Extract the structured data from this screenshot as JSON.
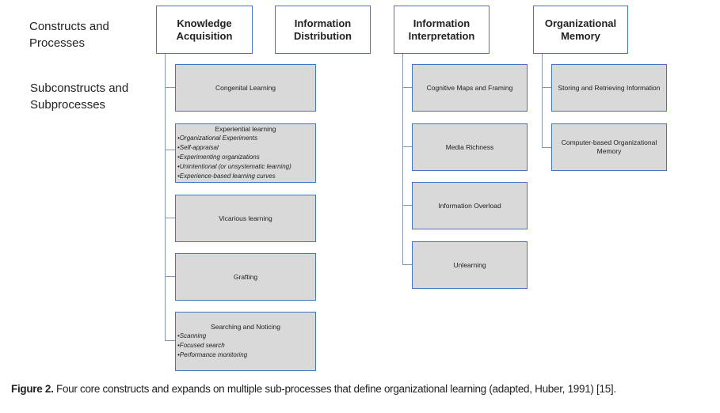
{
  "labels": {
    "constructs": "Constructs and Processes",
    "subconstructs": "Subconstructs and Subprocesses"
  },
  "constructs": [
    {
      "title": "Knowledge Acquisition",
      "children": [
        {
          "title": "Congenital Learning",
          "items": []
        },
        {
          "title": "Experiential learning",
          "items": [
            "•Organizational Experiments",
            "•Self-appraisal",
            "•Experimenting organizations",
            "•Unintentional (or unsystematic learning)",
            "•Experience-based learning curves"
          ]
        },
        {
          "title": "Vicarious learning",
          "items": []
        },
        {
          "title": "Grafting",
          "items": []
        },
        {
          "title": "Searching and Noticing",
          "items": [
            "•Scanning",
            "•Focused search",
            "•Performance monitoring"
          ]
        }
      ]
    },
    {
      "title": "Information Distribution",
      "children": []
    },
    {
      "title": "Information Interpretation",
      "children": [
        {
          "title": "Cognitive Maps and Framing"
        },
        {
          "title": "Media Richness"
        },
        {
          "title": "Information Overload"
        },
        {
          "title": "Unlearning"
        }
      ]
    },
    {
      "title": "Organizational Memory",
      "children": [
        {
          "title": "Storing and Retrieving Information"
        },
        {
          "title": "Computer-based Organizational Memory"
        }
      ]
    }
  ],
  "caption": {
    "label": "Figure 2.",
    "text": " Four core constructs and expands on multiple sub-processes that define organizational learning (adapted, Huber, 1991) [15]."
  },
  "colors": {
    "border": "#4472c4",
    "box_fill": "#d9d9d9",
    "connector": "#8497b0"
  }
}
